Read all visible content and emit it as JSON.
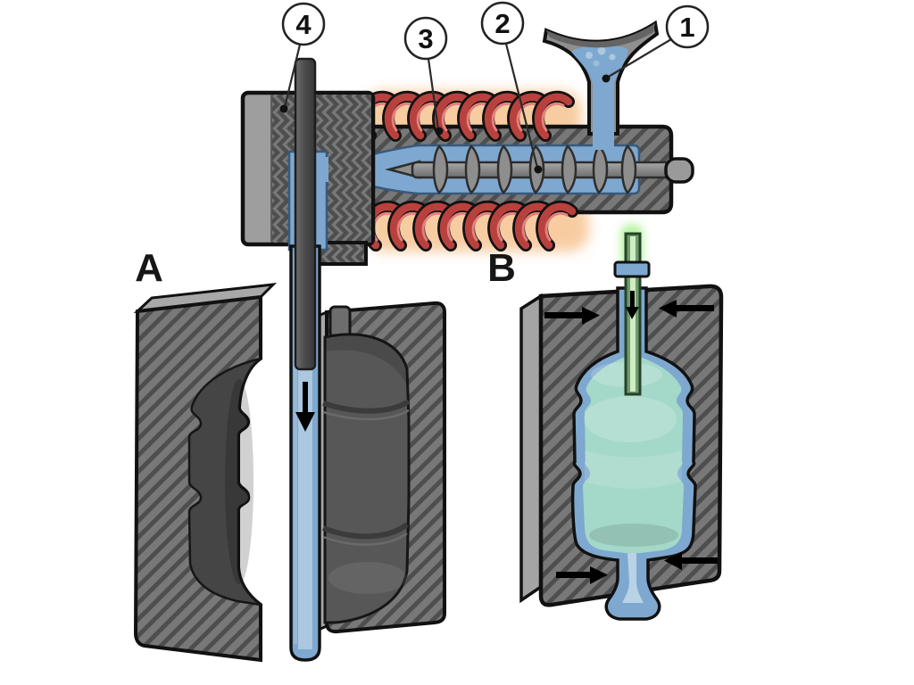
{
  "figure": {
    "type": "process-diagram",
    "subject": "extrusion-blow-molding",
    "stages": {
      "a_label": "A",
      "b_label": "B"
    },
    "callouts": [
      {
        "number": "1",
        "points_to": "hopper"
      },
      {
        "number": "2",
        "points_to": "extruder-screw"
      },
      {
        "number": "3",
        "points_to": "heated-barrel"
      },
      {
        "number": "4",
        "points_to": "die-head"
      }
    ]
  },
  "colors": {
    "outline": "#111111",
    "steel_gray": "#777777",
    "hatch_line": "#4e4e4e",
    "light_face_gray": "#a8a8a8",
    "cavity_dark": "#454545",
    "melt_blue": "#7ea8cf",
    "melt_blue_light": "#abc8e0",
    "heater_red": "#b9413d",
    "heater_highlight": "#e3817c",
    "heater_glow": "#f6c08a",
    "air_teal": "#a4d8c9",
    "pin_green": "#6f9b6f",
    "pin_green_light": "#cfeec2",
    "pin_glow": "#9ff07f"
  },
  "icons": {
    "parison-flow-arrow": "▼",
    "air-injection-arrow": "▼",
    "mold-close-arrow": "➜",
    "callout-leader-dot": "●"
  }
}
